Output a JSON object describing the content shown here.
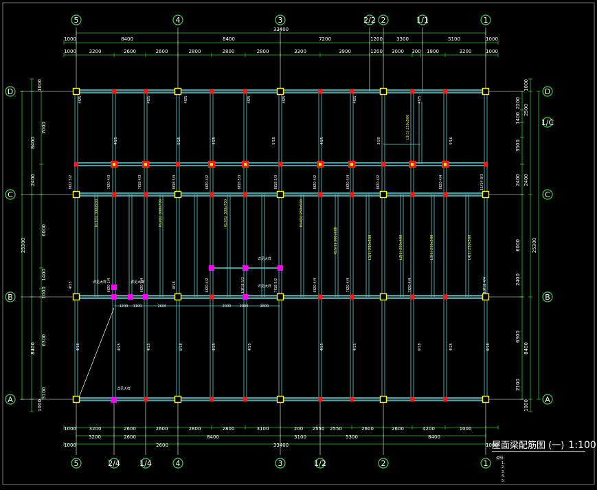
{
  "title": "屋面梁配筋图 (一)",
  "scale": "1:100",
  "notes": [
    "说明：",
    "1.",
    "2.",
    "3.",
    "4.",
    "5."
  ],
  "axes_top": [
    "5",
    "4",
    "3",
    "2/2",
    "2",
    "1/1",
    "1"
  ],
  "axes_bottom": [
    "5",
    "2/4",
    "1/4",
    "4",
    "3",
    "1/2",
    "2",
    "1"
  ],
  "axes_left": [
    "D",
    "C",
    "B",
    "A"
  ],
  "axes_right": [
    "D",
    "1/C",
    "C",
    "B",
    "A"
  ],
  "dims_top_row1": [
    "1000",
    "8400",
    "8400",
    "7200",
    "1200",
    "3300",
    "5100",
    "1000"
  ],
  "dims_top_total": "33400",
  "dims_top_row2": [
    "1000",
    "3200",
    "2600",
    "2600",
    "2800",
    "2800",
    "2800",
    "3300",
    "3900",
    "1200",
    "3000",
    "300",
    "1800",
    "3200",
    "1000"
  ],
  "dims_bottom_row1": [
    "1000",
    "3200",
    "2600",
    "2600",
    "2800",
    "2800",
    "3100",
    "200",
    "2550",
    "2550",
    "2600",
    "2600",
    "4200",
    "1000"
  ],
  "dims_bottom_row2": [
    "3200",
    "2600",
    "8400",
    "3100",
    "5300",
    "8400"
  ],
  "dims_bottom_row3": [
    "1000",
    "2600",
    "33400",
    "1000"
  ],
  "dims_left_outer": [
    "1000",
    "8400",
    "2400",
    "25300",
    "8400",
    "1000"
  ],
  "dims_left_inner": [
    "7000",
    "1400",
    "6000",
    "1000",
    "6300",
    "3100"
  ],
  "dims_right_outer": [
    "1000",
    "2500",
    "2400",
    "25300",
    "8400",
    "1000"
  ],
  "dims_right_inner": [
    "2200",
    "1400",
    "3500",
    "2400",
    "6000",
    "2400",
    "6300",
    "2100"
  ],
  "beam_labels_top": [
    "4f25",
    "4f25",
    "4f25",
    "5f25",
    "4f25",
    "4f25",
    "4f25",
    "5f18",
    "4f25",
    "4f25",
    "4f25",
    "3f20",
    "4f25",
    "5f16"
  ],
  "beam_labels_mid_row": [
    "8f22 5/2",
    "7f20 4/3",
    "7f18 4/3",
    "8f18 5/3",
    "6f20 4/2",
    "8f18 5/3",
    "8f18 5/3",
    "8f20 4/2",
    "6f20 4/4",
    "8f20 4/2",
    "8f20 4/4",
    "11f14 8/3"
  ],
  "beam_labels_b_row": [
    "4f25",
    "6f20 1/4",
    "6f20 1/4",
    "6f18",
    "6f20 4/2",
    "10f18 5/2",
    "7f18 5/2",
    "6f20 4/4",
    "7f20 4/4",
    "7f20 4/4",
    "10f18 4/4"
  ],
  "beam_labels_lower": [
    "4f18",
    "4f25",
    "4f25",
    "6f18",
    "4f25",
    "4f25",
    "4f25",
    "4f25",
    "6f18",
    "4f25",
    "6f18"
  ],
  "yellow_notes": [
    "KL1(1) 300x500",
    "KL2(1) 300x700",
    "KL3(1) 300x700",
    "KL4(1) 250x500",
    "KL5(1) 300x600",
    "L1(1) 250x500",
    "L2(1) 250x400",
    "L3(1) 250x500",
    "L4(1) 250x500",
    "L5(1) 250x500"
  ],
  "local_dims": [
    "1200",
    "1100",
    "2600",
    "2000",
    "2000",
    "2800"
  ],
  "callout_texts": [
    "详见大样",
    "详见大样",
    "详见大样",
    "详见大样",
    "详见大样"
  ]
}
